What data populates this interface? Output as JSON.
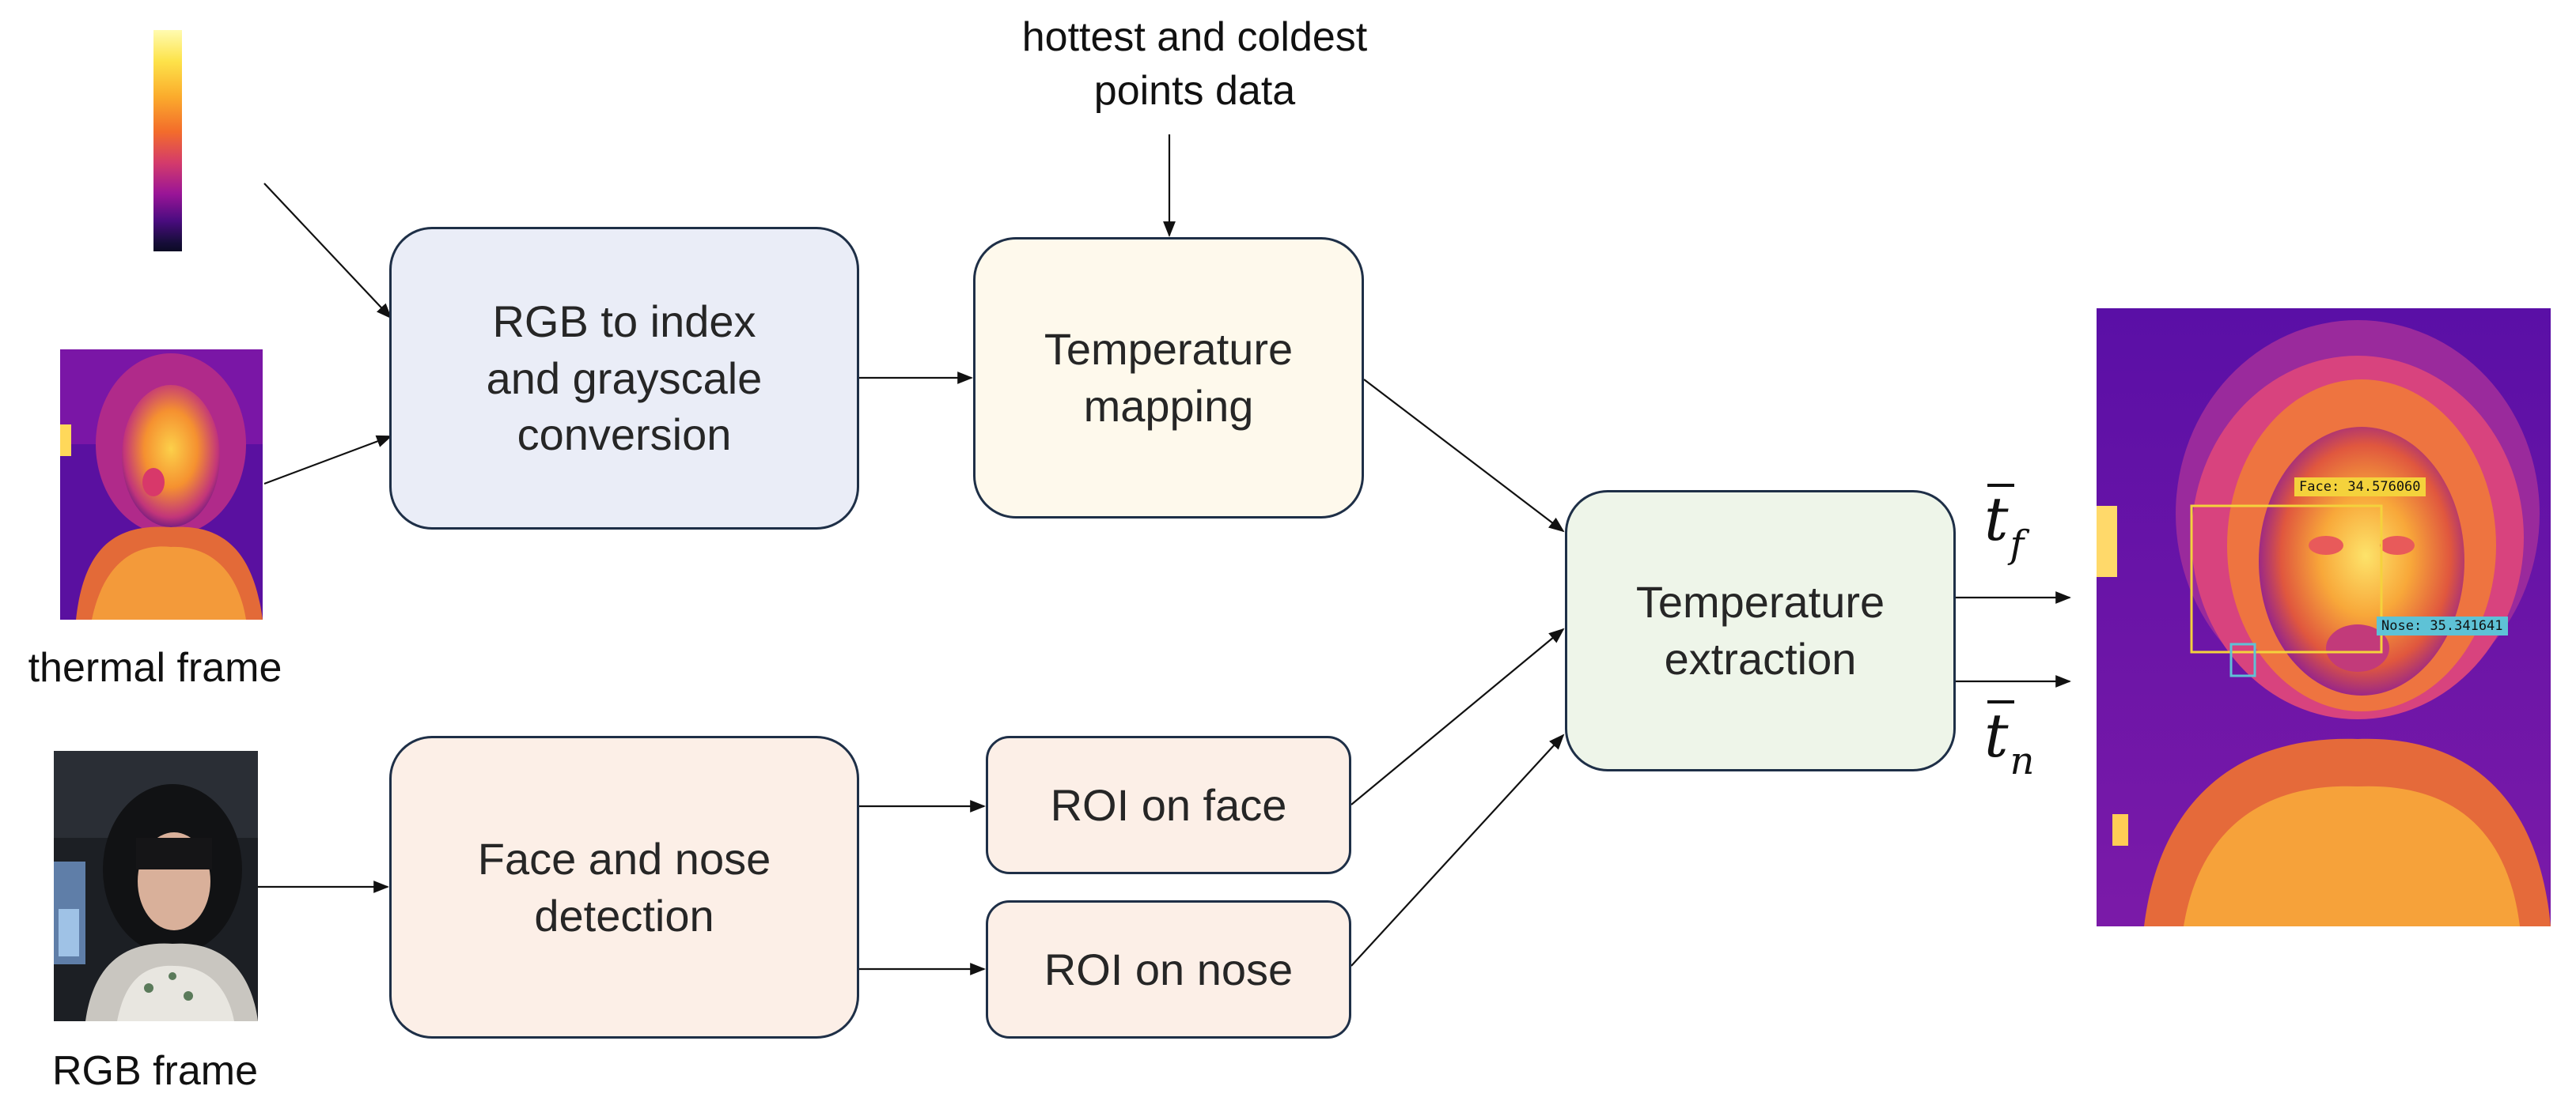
{
  "top_input": {
    "label": "hottest and coldest\npoints data"
  },
  "inputs": {
    "thermal_label": "thermal frame",
    "rgb_label": "RGB frame"
  },
  "boxes": {
    "rgb_conversion": "RGB to index\nand grayscale\nconversion",
    "temperature_mapping": "Temperature\nmapping",
    "temperature_extraction": "Temperature\nextraction",
    "face_nose_detection": "Face and nose\ndetection",
    "roi_face": "ROI on face",
    "roi_nose": "ROI on nose"
  },
  "outputs": {
    "t_face": {
      "symbol": "t",
      "subscript": "f"
    },
    "t_nose": {
      "symbol": "t",
      "subscript": "n"
    }
  },
  "result_image": {
    "face_label": "Face: 34.576060",
    "nose_label": "Nose: 35.341641"
  },
  "colors": {
    "box_border": "#1e2f47",
    "rgb_box_fill": "#eaedf7",
    "mapping_box_fill": "#fef9ec",
    "extraction_box_fill": "#eef5e9",
    "detection_box_fill": "#fcefe7",
    "face_bbox": "#f4d23c",
    "nose_bbox": "#5ec2d6"
  }
}
